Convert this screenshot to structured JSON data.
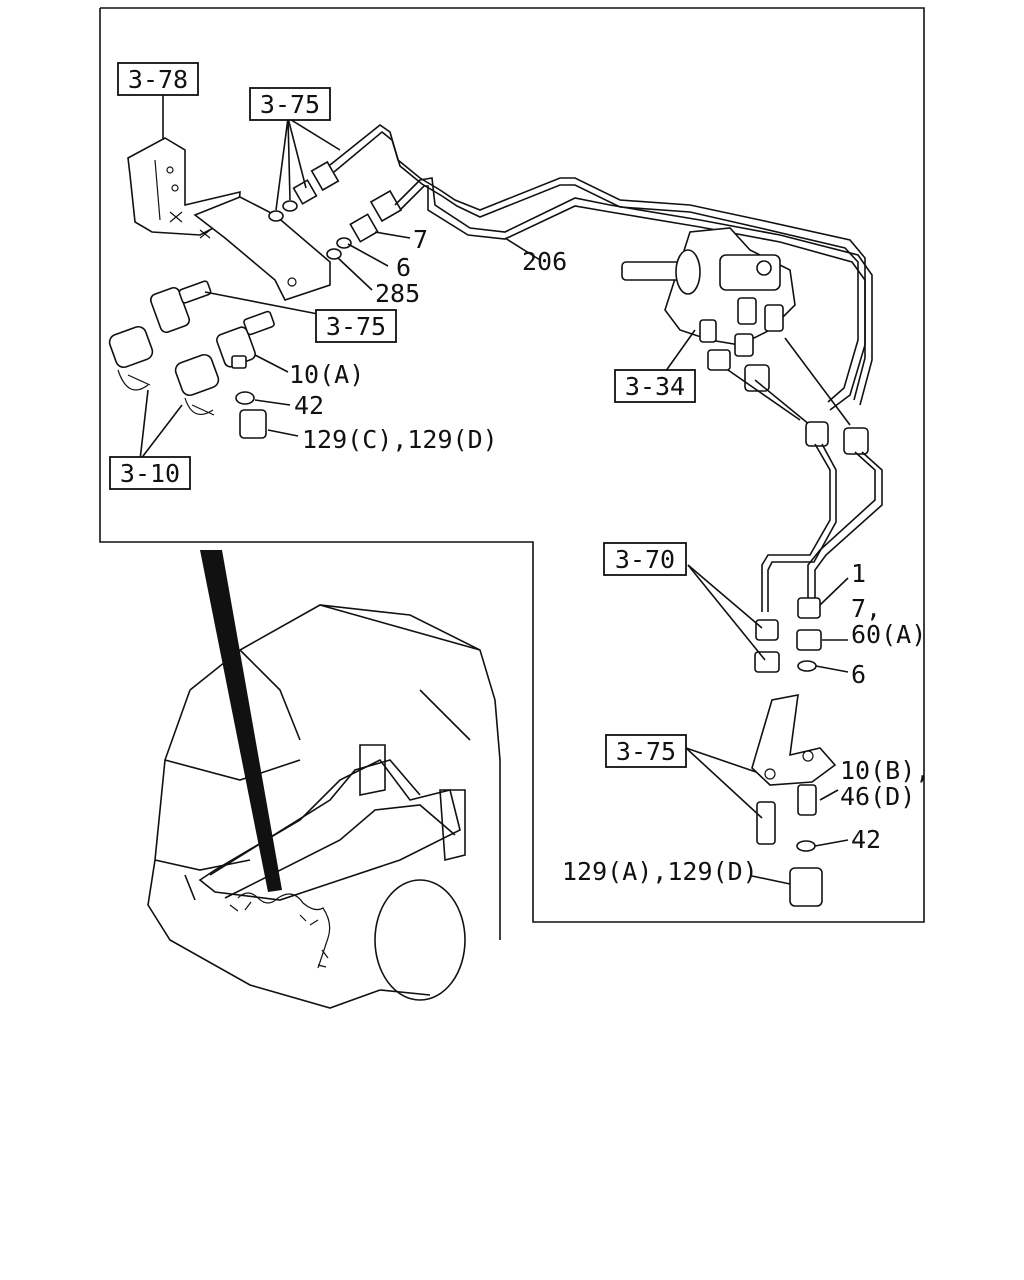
{
  "references": {
    "r378": "3-78",
    "r375_top": "3-75",
    "r375_mid": "3-75",
    "r334": "3-34",
    "r310": "3-10",
    "r370": "3-70",
    "r375_bottom": "3-75"
  },
  "callouts": {
    "c7_top": "7",
    "c6_top": "6",
    "c285": "285",
    "c206": "206",
    "c10a": "10(A)",
    "c42_top": "42",
    "c129cd": "129(C),129(D)",
    "c1": "1",
    "c7_right": "7,",
    "c60a": "60(A)",
    "c6_right": "6",
    "c10b": "10(B),",
    "c46d": "46(D)",
    "c42_bottom": "42",
    "c129ad": "129(A),129(D)"
  }
}
